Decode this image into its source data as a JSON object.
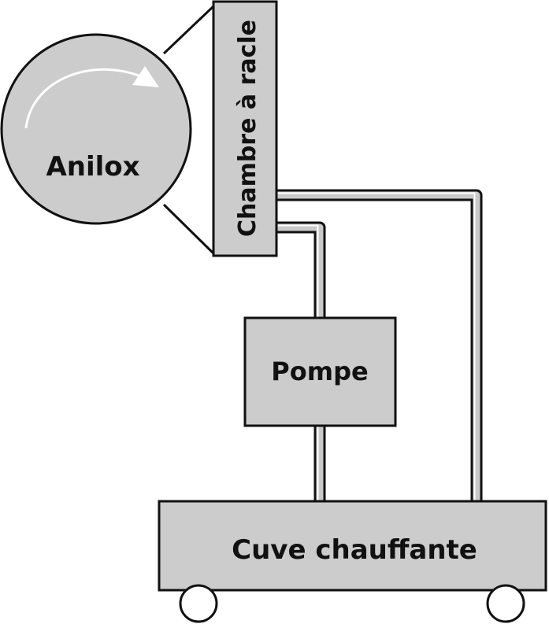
{
  "diagram": {
    "labels": {
      "anilox": "Anilox",
      "chamber": "Chambre à racle",
      "pump": "Pompe",
      "tank": "Cuve chauffante"
    }
  }
}
